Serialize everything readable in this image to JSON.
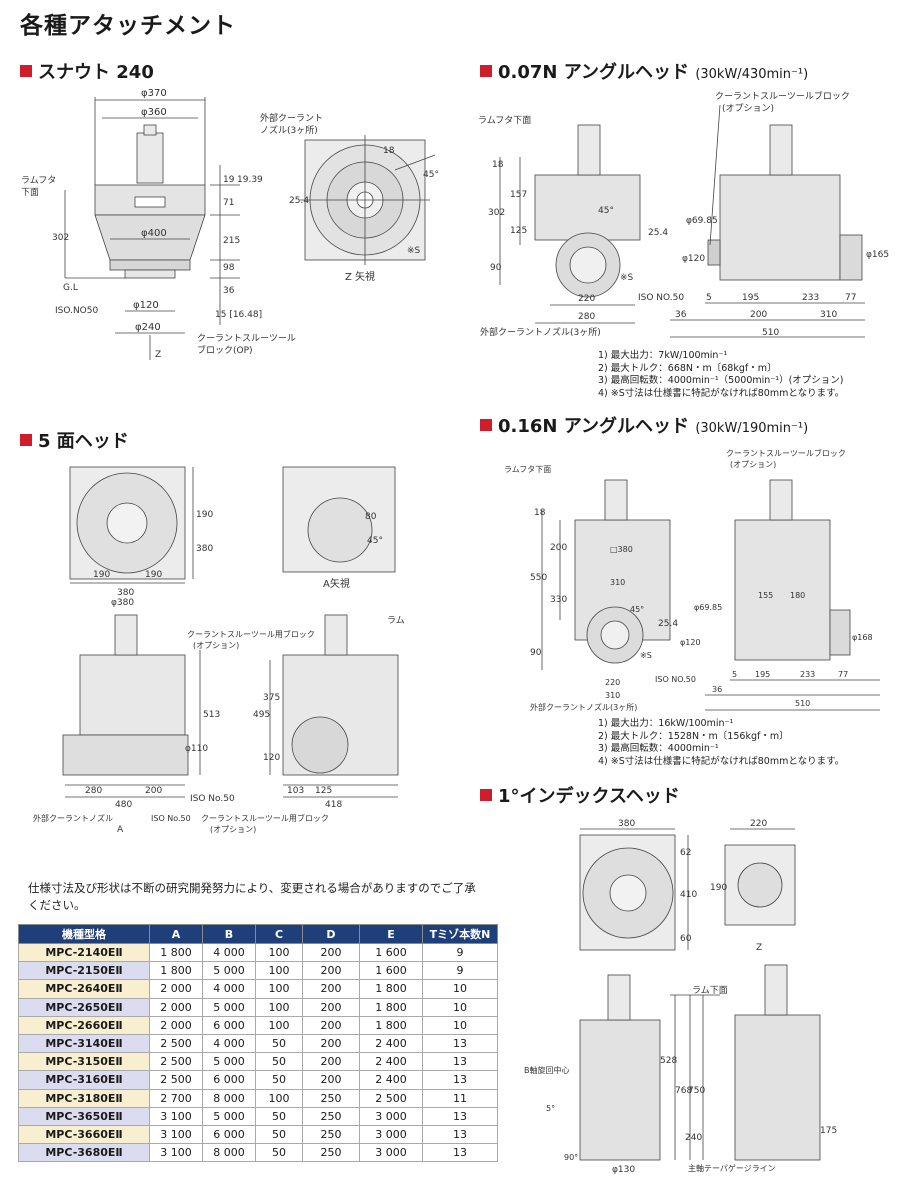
{
  "page_title": "各種アタッチメント",
  "sections": {
    "snout": {
      "title": "スナウト 240"
    },
    "angle007": {
      "title": "0.07N アングルヘッド",
      "sub": "(30kW/430min⁻¹)"
    },
    "five_face": {
      "title": "5 面ヘッド"
    },
    "angle016": {
      "title": "0.16N アングルヘッド",
      "sub": "(30kW/190min⁻¹)"
    },
    "index1": {
      "title": "1°インデックスヘッド"
    }
  },
  "snout_labels": {
    "d370": "φ370",
    "d360": "φ360",
    "d400": "φ400",
    "d120": "φ120",
    "d240": "φ240",
    "v19": "19",
    "v19_39": "19.39",
    "v71": "71",
    "v215": "215",
    "v98": "98",
    "v36": "36",
    "v15_16_48": "15 [16.48]",
    "v302": "302",
    "ram_face": "ラムフタ",
    "ram_face2": "下面",
    "gl": "G.L",
    "iso": "ISO.NO50",
    "cool_block": "クーラントスルーツール",
    "cool_block2": "ブロック(OP)",
    "z": "Z",
    "ext_nozzle": "外部クーラント",
    "ext_nozzle2": "ノズル(3ヶ所)",
    "z_view": "Z 矢視",
    "v25_4": "25.4",
    "v18": "18",
    "v45": "45°",
    "s_mark": "※S"
  },
  "a007_labels": {
    "ram": "ラムフタ下面",
    "block": "クーラントスルーツールブロック",
    "block2": "(オプション)",
    "v18": "18",
    "v157": "157",
    "v302": "302",
    "v125": "125",
    "v90": "90",
    "v25_4": "25.4",
    "d69_85": "φ69.85",
    "d120": "φ120",
    "d165": "φ165",
    "v45": "45°",
    "s": "※S",
    "v220": "220",
    "v280": "280",
    "iso": "ISO NO.50",
    "nozzle": "外部クーラントノズル(3ヶ所)",
    "v5": "5",
    "v195": "195",
    "v233": "233",
    "v77": "77",
    "v36": "36",
    "v200": "200",
    "v310": "310",
    "v510": "510"
  },
  "a007_notes": [
    "1) 最大出力：7kW/100min⁻¹",
    "2) 最大トルク：668N・m〔68kgf・m〕",
    "3) 最高回転数：4000min⁻¹（5000min⁻¹）(オプション)",
    "4) ※S寸法は仕様書に特記がなければ80mmとなります。"
  ],
  "five_labels": {
    "v190": "190",
    "v380": "380",
    "a_view": "A矢視",
    "d380": "φ380",
    "v80": "80",
    "v45": "45°",
    "ram": "ラム",
    "block": "クーラントスルーツール用ブロック",
    "block2": "(オプション)",
    "v513": "513",
    "v495": "495",
    "v375": "375",
    "v120": "120",
    "d110": "φ110",
    "v280": "280",
    "v200": "200",
    "v480": "480",
    "iso": "ISO No.50",
    "v103": "103",
    "v125": "125",
    "v418": "418",
    "nozzle": "外部クーラントノズル",
    "a": "A"
  },
  "a016_labels": {
    "ram": "ラムフタ下面",
    "block": "クーラントスルーツールブロック",
    "block2": "(オプション)",
    "v18": "18",
    "v200": "200",
    "v550": "550",
    "v330": "330",
    "v90": "90",
    "sq380": "□380",
    "v310": "310",
    "v155": "155",
    "v180": "180",
    "v25_4": "25.4",
    "v45": "45°",
    "d69_85": "φ69.85",
    "d120": "φ120",
    "d168": "φ168",
    "v220": "220",
    "iso": "ISO NO.50",
    "v5": "5",
    "v195": "195",
    "v233": "233",
    "v77": "77",
    "v36": "36",
    "v510": "510",
    "s": "※S",
    "nozzle": "外部クーラントノズル(3ヶ所)"
  },
  "a016_notes": [
    "1) 最大出力：16kW/100min⁻¹",
    "2) 最大トルク：1528N・m〔156kgf・m〕",
    "3) 最高回転数：4000min⁻¹",
    "4) ※S寸法は仕様書に特記がなければ80mmとなります。"
  ],
  "index_labels": {
    "v380": "380",
    "v220": "220",
    "v62": "62",
    "v410": "410",
    "v60": "60",
    "v190": "190",
    "z": "Z",
    "ram": "ラム下面",
    "v528": "528",
    "v768": "768",
    "v750": "750",
    "v240": "240",
    "v175": "175",
    "d130": "φ130",
    "b_axis": "B軸旋回中心",
    "gauge": "主軸テーパゲージライン",
    "v5": "5°",
    "v90": "90°"
  },
  "disclaimer": "仕様寸法及び形状は不断の研究開発努力により、変更される場合がありますのでご了承ください。",
  "table": {
    "headers": [
      "機種型格",
      "A",
      "B",
      "C",
      "D",
      "E",
      "Tミゾ本数N"
    ],
    "rows": [
      [
        "MPC-2140EⅡ",
        "1 800",
        "4 000",
        "100",
        "200",
        "1 600",
        "9"
      ],
      [
        "MPC-2150EⅡ",
        "1 800",
        "5 000",
        "100",
        "200",
        "1 600",
        "9"
      ],
      [
        "MPC-2640EⅡ",
        "2 000",
        "4 000",
        "100",
        "200",
        "1 800",
        "10"
      ],
      [
        "MPC-2650EⅡ",
        "2 000",
        "5 000",
        "100",
        "200",
        "1 800",
        "10"
      ],
      [
        "MPC-2660EⅡ",
        "2 000",
        "6 000",
        "100",
        "200",
        "1 800",
        "10"
      ],
      [
        "MPC-3140EⅡ",
        "2 500",
        "4 000",
        "50",
        "200",
        "2 400",
        "13"
      ],
      [
        "MPC-3150EⅡ",
        "2 500",
        "5 000",
        "50",
        "200",
        "2 400",
        "13"
      ],
      [
        "MPC-3160EⅡ",
        "2 500",
        "6 000",
        "50",
        "200",
        "2 400",
        "13"
      ],
      [
        "MPC-3180EⅡ",
        "2 700",
        "8 000",
        "100",
        "250",
        "2 500",
        "11"
      ],
      [
        "MPC-3650EⅡ",
        "3 100",
        "5 000",
        "50",
        "250",
        "3 000",
        "13"
      ],
      [
        "MPC-3660EⅡ",
        "3 100",
        "6 000",
        "50",
        "250",
        "3 000",
        "13"
      ],
      [
        "MPC-3680EⅡ",
        "3 100",
        "8 000",
        "50",
        "250",
        "3 000",
        "13"
      ]
    ]
  }
}
